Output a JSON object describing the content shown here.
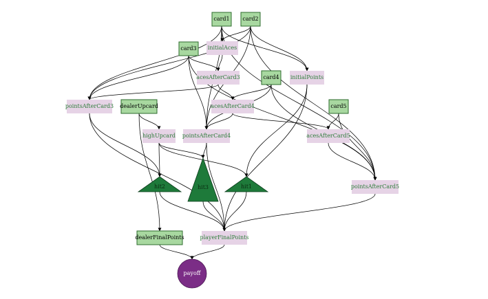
{
  "diagram": {
    "nodes": [
      {
        "id": "card1",
        "label": "card1",
        "kind": "decision"
      },
      {
        "id": "card2",
        "label": "card2",
        "kind": "decision"
      },
      {
        "id": "card3",
        "label": "card3",
        "kind": "decision"
      },
      {
        "id": "card4",
        "label": "card4",
        "kind": "decision"
      },
      {
        "id": "card5",
        "label": "card5",
        "kind": "decision"
      },
      {
        "id": "dealerUpcard",
        "label": "dealerUpcard",
        "kind": "decision"
      },
      {
        "id": "dealerFinalPoints",
        "label": "dealerFinalPoints",
        "kind": "decision"
      },
      {
        "id": "initialAces",
        "label": "initialAces",
        "kind": "deterministic"
      },
      {
        "id": "initialPoints",
        "label": "initialPoints",
        "kind": "deterministic"
      },
      {
        "id": "acesAfterCard3",
        "label": "acesAfterCard3",
        "kind": "deterministic"
      },
      {
        "id": "acesAfterCard4",
        "label": "acesAfterCard4",
        "kind": "deterministic"
      },
      {
        "id": "acesAfterCard5",
        "label": "acesAfterCard5",
        "kind": "deterministic"
      },
      {
        "id": "pointsAfterCard3",
        "label": "pointsAfterCard3",
        "kind": "deterministic"
      },
      {
        "id": "pointsAfterCard4",
        "label": "pointsAfterCard4",
        "kind": "deterministic"
      },
      {
        "id": "pointsAfterCard5",
        "label": "pointsAfterCard5",
        "kind": "deterministic"
      },
      {
        "id": "highUpcard",
        "label": "highUpcard",
        "kind": "deterministic"
      },
      {
        "id": "playerFinalPoints",
        "label": "playerFinalPoints",
        "kind": "deterministic"
      },
      {
        "id": "hit1",
        "label": "hit1",
        "kind": "action"
      },
      {
        "id": "hit2",
        "label": "hit2",
        "kind": "action"
      },
      {
        "id": "hit3",
        "label": "hit3",
        "kind": "action"
      },
      {
        "id": "payoff",
        "label": "payoff",
        "kind": "utility"
      }
    ],
    "edges": [
      [
        "card1",
        "initialAces"
      ],
      [
        "card1",
        "initialPoints"
      ],
      [
        "card1",
        "pointsAfterCard3"
      ],
      [
        "card1",
        "pointsAfterCard4"
      ],
      [
        "card1",
        "pointsAfterCard5"
      ],
      [
        "card2",
        "initialAces"
      ],
      [
        "card2",
        "initialPoints"
      ],
      [
        "card2",
        "pointsAfterCard3"
      ],
      [
        "card2",
        "pointsAfterCard4"
      ],
      [
        "card2",
        "pointsAfterCard5"
      ],
      [
        "card3",
        "acesAfterCard3"
      ],
      [
        "card3",
        "pointsAfterCard3"
      ],
      [
        "card3",
        "pointsAfterCard4"
      ],
      [
        "card3",
        "pointsAfterCard5"
      ],
      [
        "card4",
        "acesAfterCard4"
      ],
      [
        "card4",
        "pointsAfterCard4"
      ],
      [
        "card4",
        "pointsAfterCard5"
      ],
      [
        "card5",
        "acesAfterCard5"
      ],
      [
        "card5",
        "pointsAfterCard5"
      ],
      [
        "initialAces",
        "acesAfterCard3"
      ],
      [
        "acesAfterCard3",
        "acesAfterCard4"
      ],
      [
        "acesAfterCard3",
        "pointsAfterCard3"
      ],
      [
        "acesAfterCard4",
        "pointsAfterCard4"
      ],
      [
        "acesAfterCard4",
        "acesAfterCard5"
      ],
      [
        "acesAfterCard5",
        "pointsAfterCard5"
      ],
      [
        "initialPoints",
        "hit1"
      ],
      [
        "initialPoints",
        "playerFinalPoints"
      ],
      [
        "pointsAfterCard3",
        "hit2"
      ],
      [
        "pointsAfterCard3",
        "playerFinalPoints"
      ],
      [
        "pointsAfterCard4",
        "hit3"
      ],
      [
        "pointsAfterCard4",
        "playerFinalPoints"
      ],
      [
        "pointsAfterCard5",
        "playerFinalPoints"
      ],
      [
        "dealerUpcard",
        "highUpcard"
      ],
      [
        "dealerUpcard",
        "dealerFinalPoints"
      ],
      [
        "highUpcard",
        "hit1"
      ],
      [
        "highUpcard",
        "hit2"
      ],
      [
        "highUpcard",
        "hit3"
      ],
      [
        "hit1",
        "playerFinalPoints"
      ],
      [
        "hit2",
        "playerFinalPoints"
      ],
      [
        "hit3",
        "playerFinalPoints"
      ],
      [
        "dealerFinalPoints",
        "payoff"
      ],
      [
        "playerFinalPoints",
        "payoff"
      ]
    ]
  },
  "colors": {
    "decision_fill": "#a8d8a0",
    "decision_stroke": "#2e6b2e",
    "deterministic_fill": "#e6d3e6",
    "deterministic_text": "#2e7d3a",
    "action_fill": "#1e7a3a",
    "action_text": "#0a2a10",
    "utility_fill": "#7b2d86",
    "utility_text": "#ffffff",
    "edge": "#000000"
  }
}
